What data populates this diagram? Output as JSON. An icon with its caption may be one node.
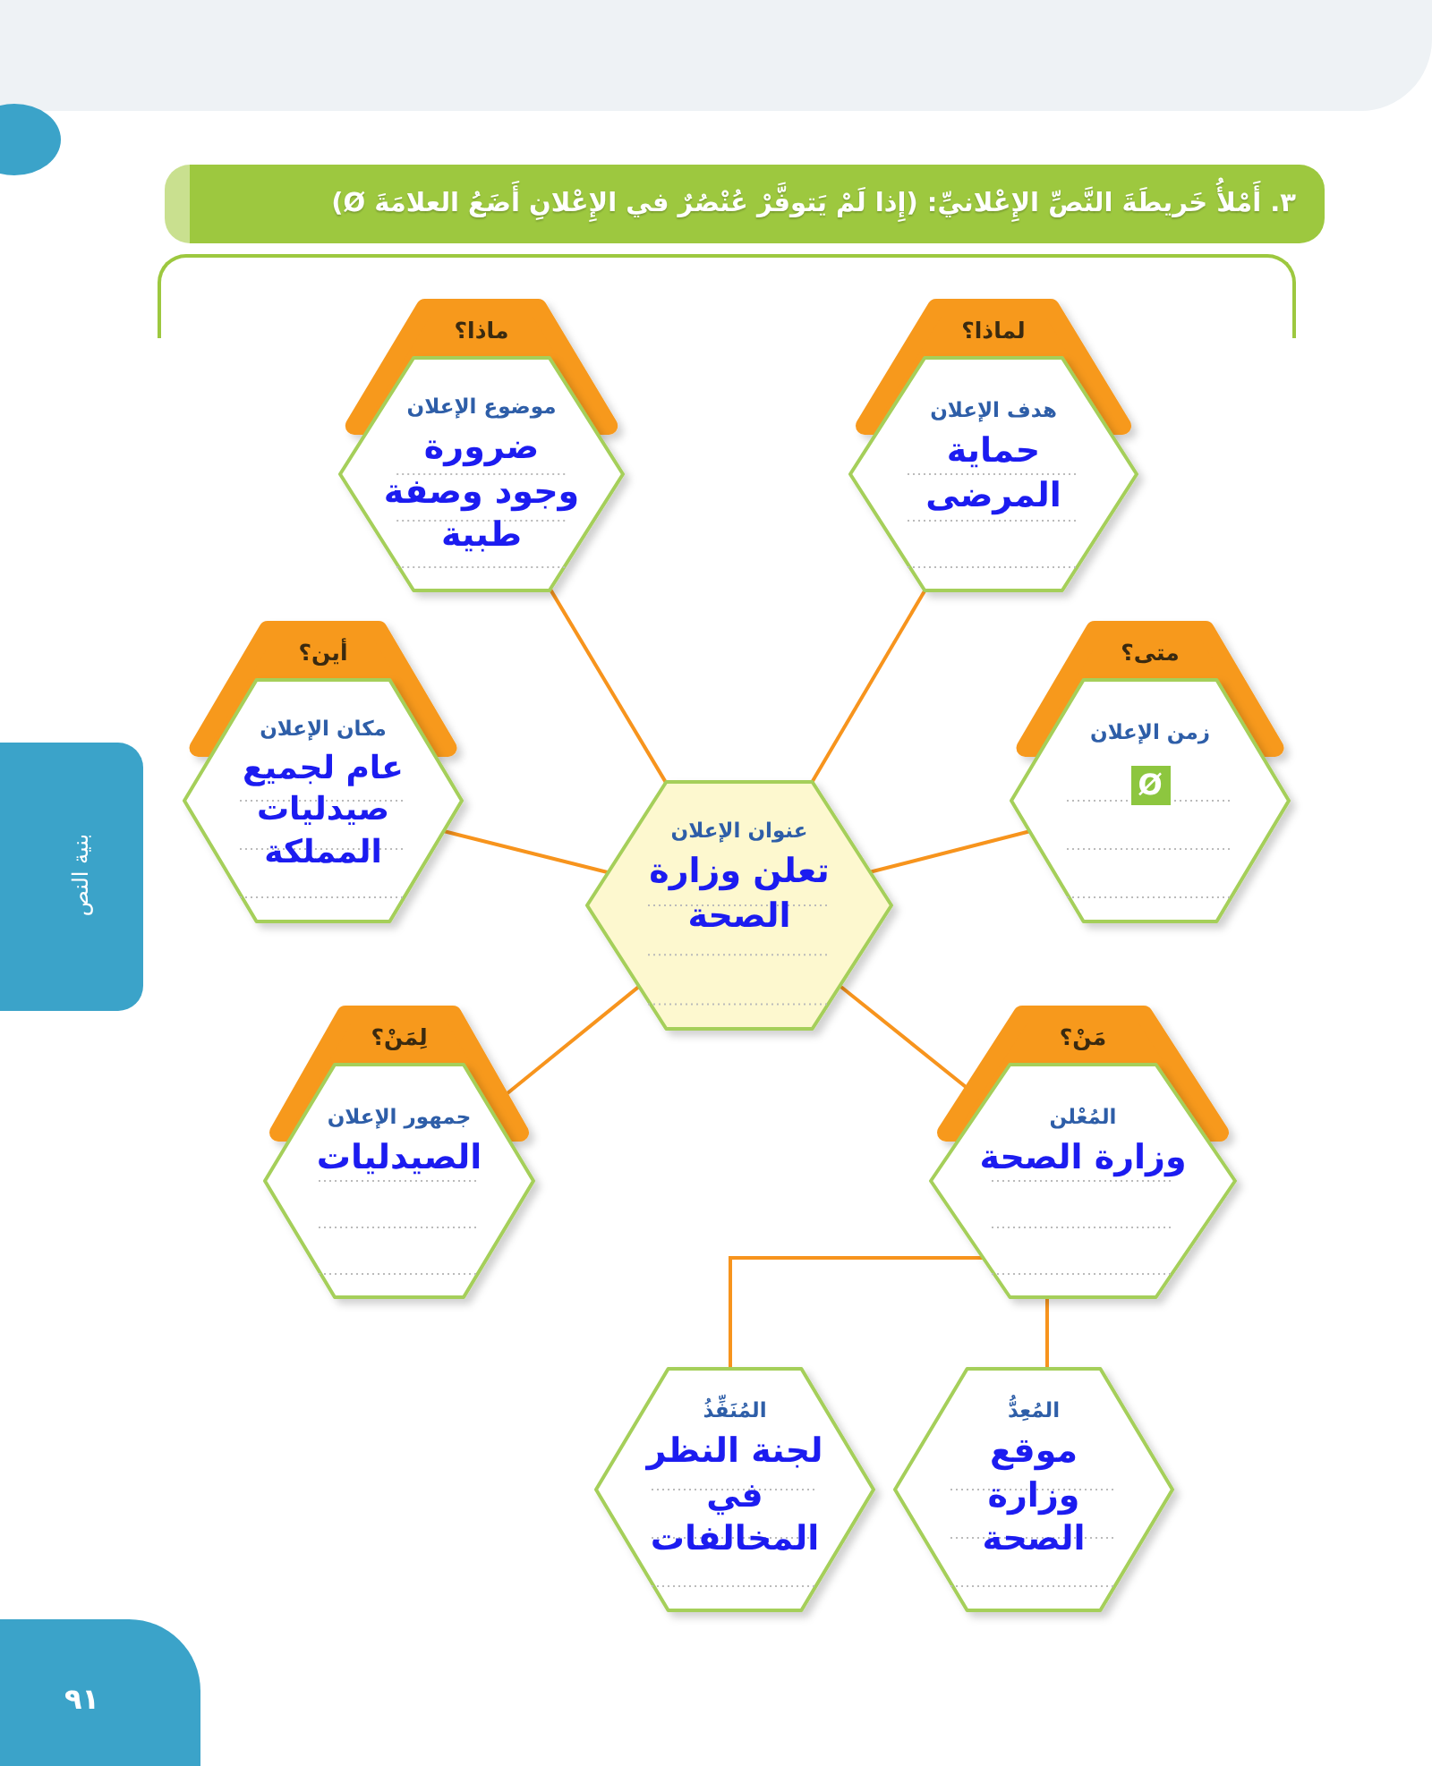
{
  "diagram": {
    "title": "٣. أَمْلأُ خَريطَةَ النَّصِّ الإِعْلانيِّ: (إِذا لَمْ يَتوفَّرْ عُنْصُرٌ في الإِعْلانِ أَضَعُ العلامَةَ Ø)",
    "nodes": [
      {
        "text": [
          "لماذا؟",
          "هدف الإعلان",
          "حماية المرضى"
        ]
      },
      {
        "text": [
          "ماذا؟",
          "موضوع الإعلان",
          "ضرورة وجود وصفة طبية"
        ]
      },
      {
        "text": [
          "متى؟",
          "زمن الإعلان",
          "Ø"
        ]
      },
      {
        "text": [
          "أين؟",
          "مكان الإعلان",
          "عام لجميع صيدليات المملكة"
        ]
      },
      {
        "text": [
          "عنوان الإعلان",
          "تعلن وزارة الصحة"
        ]
      },
      {
        "text": [
          "مَنْ؟",
          "المُعْلن",
          "وزارة الصحة"
        ]
      },
      {
        "text": [
          "لِمَنْ؟",
          "جمهور الإعلان",
          "الصيدليات"
        ]
      },
      {
        "text": [
          "المُعِدُّ",
          "موقع وزارة الصحة"
        ]
      },
      {
        "text": [
          "المُنَفِّذُ",
          "لجنة النظر في المخالفات"
        ]
      }
    ],
    "edges": [
      {
        "from": 4,
        "to": 0,
        "arrow": "none"
      },
      {
        "from": 4,
        "to": 1,
        "arrow": "none"
      },
      {
        "from": 4,
        "to": 2,
        "arrow": "none"
      },
      {
        "from": 4,
        "to": 3,
        "arrow": "none"
      },
      {
        "from": 4,
        "to": 5,
        "arrow": "none"
      },
      {
        "from": 4,
        "to": 6,
        "arrow": "none"
      },
      {
        "from": 5,
        "to": 7,
        "arrow": "none"
      },
      {
        "from": 5,
        "to": 8,
        "arrow": "none"
      }
    ],
    "labels": [
      "بنية النص",
      "٩١"
    ]
  }
}
